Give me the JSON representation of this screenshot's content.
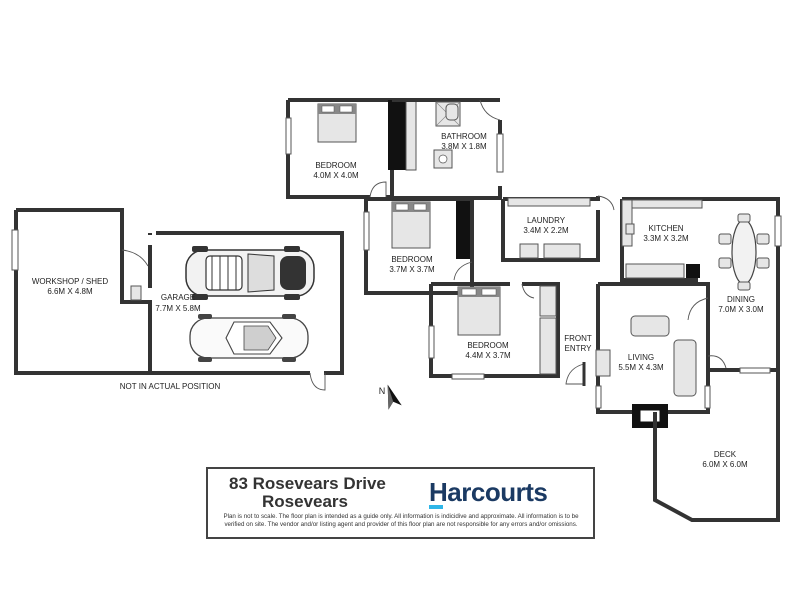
{
  "rooms": {
    "bedroom1": {
      "name": "BEDROOM",
      "size": "4.0M X 4.0M"
    },
    "bathroom": {
      "name": "BATHROOM",
      "size": "3.8M X 1.8M"
    },
    "bedroom2": {
      "name": "BEDROOM",
      "size": "3.7M X 3.7M"
    },
    "laundry": {
      "name": "LAUNDRY",
      "size": "3.4M X 2.2M"
    },
    "kitchen": {
      "name": "KITCHEN",
      "size": "3.3M X 3.2M"
    },
    "dining": {
      "name": "DINING",
      "size": "7.0M X 3.0M"
    },
    "workshop": {
      "name": "WORKSHOP / SHED",
      "size": "6.6M X 4.8M"
    },
    "garage": {
      "name": "GARAGE",
      "size": "7.7M X 5.8M"
    },
    "bedroom3": {
      "name": "BEDROOM",
      "size": "4.4M X 3.7M"
    },
    "front_entry": {
      "line1": "FRONT",
      "line2": "ENTRY"
    },
    "living": {
      "name": "LIVING",
      "size": "5.5M X 4.3M"
    },
    "deck": {
      "name": "DECK",
      "size": "6.0M X 6.0M"
    }
  },
  "notes": {
    "not_in_position": "NOT IN ACTUAL POSITION"
  },
  "compass": {
    "label": "N"
  },
  "info": {
    "address_line1": "83 Rosevears Drive",
    "address_line2": "Rosevears",
    "brand": "Harcourts",
    "disclaimer": "Plan is not to scale. The floor plan is intended as a guide only. All information is indicidive and approximate. All information is to be verified on site. The vendor and/or listing agent and provider of this floor plan are not responsible for any errors and/or omissions."
  },
  "colors": {
    "brand_navy": "#1b3a63",
    "brand_accent": "#2fb6e8",
    "wall": "#333333",
    "furniture": "#e6e6e6"
  }
}
